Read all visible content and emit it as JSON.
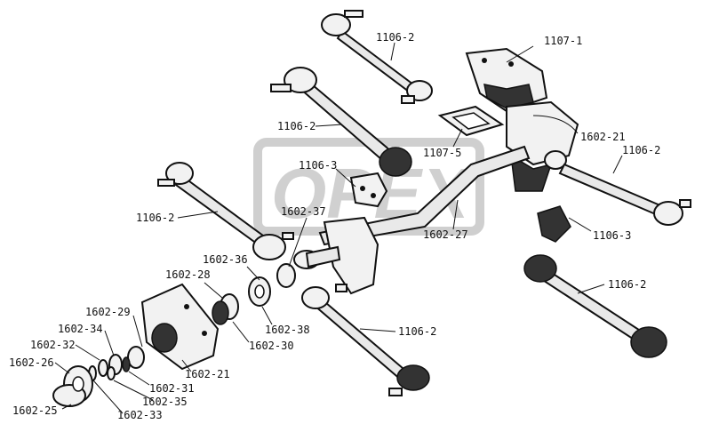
{
  "watermark": {
    "text": "OPEX",
    "color": "#cccccc"
  },
  "labels": {
    "l1106_2_top": "1106-2",
    "l1107_1": "1107-1",
    "l1106_2_upper_mid": "1106-2",
    "l1602_21_right": "1602-21",
    "l1107_5": "1107-5",
    "l1106_2_right": "1106-2",
    "l1106_3_center": "1106-3",
    "l1602_37": "1602-37",
    "l1106_2_left": "1106-2",
    "l1602_27": "1602-27",
    "l1106_3_right": "1106-3",
    "l1602_36": "1602-36",
    "l1602_28": "1602-28",
    "l1106_2_lower_right": "1106-2",
    "l1602_29": "1602-29",
    "l1602_38": "1602-38",
    "l1602_30": "1602-30",
    "l1106_2_bottom": "1106-2",
    "l1602_34": "1602-34",
    "l1602_32": "1602-32",
    "l1602_26": "1602-26",
    "l1602_21_bottom": "1602-21",
    "l1602_31": "1602-31",
    "l1602_35": "1602-35",
    "l1602_25": "1602-25",
    "l1602_33": "1602-33"
  }
}
